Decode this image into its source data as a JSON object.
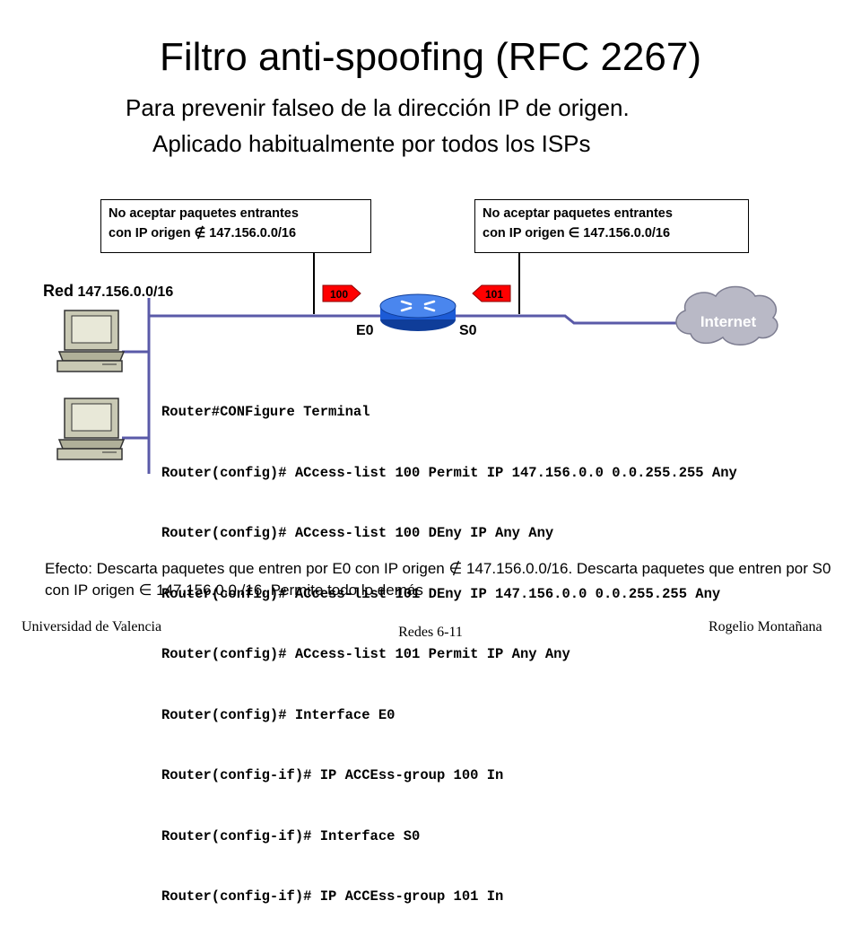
{
  "title": "Filtro anti-spoofing (RFC 2267)",
  "subtitle_line1": "Para prevenir falseo de la dirección IP de origen.",
  "subtitle_line2": "Aplicado habitualmente por todos los ISPs",
  "note_inbound": {
    "line1": "No aceptar paquetes entrantes",
    "line2_prefix": "con IP origen ",
    "symbol": "∉",
    "network": " 147.156.0.0/16"
  },
  "note_outbound": {
    "line1": "No aceptar paquetes entrantes",
    "line2_prefix": "con IP origen ",
    "symbol": "∈",
    "network": " 147.156.0.0/16"
  },
  "network_label": {
    "prefix": "Red",
    "address": " 147.156.0.0/16"
  },
  "acl_badges": {
    "in": "100",
    "out": "101"
  },
  "ports": {
    "e0": "E0",
    "s0": "S0"
  },
  "cloud_label": "Internet",
  "config_lines": [
    "Router#CONFigure Terminal",
    "Router(config)# ACcess-list 100 Permit IP 147.156.0.0 0.0.255.255 Any",
    "Router(config)# ACcess-list 100 DEny IP Any Any",
    "Router(config)# ACcess-list 101 DEny IP 147.156.0.0 0.0.255.255 Any",
    "Router(config)# ACcess-list 101 Permit IP Any Any",
    "Router(config)# Interface E0",
    "Router(config-if)# IP ACCEss-group 100 In",
    "Router(config-if)# Interface S0",
    "Router(config-if)# IP ACCEss-group 101 In"
  ],
  "effect_text": "Efecto: Descarta paquetes que entren por E0 con IP origen ∉ 147.156.0.0/16. Descarta paquetes que entren por S0 con IP origen ∈ 147.156.0.0./16. Permite todo lo demás",
  "footer": {
    "left": "Universidad de Valencia",
    "center": "Redes 6-11",
    "right": "Rogelio Montañana"
  },
  "colors": {
    "acl_badge": "#ff0000",
    "router_body": "#1c5bd6",
    "cloud_fill": "#c8c8d2",
    "link_line": "#5a5aa8"
  }
}
